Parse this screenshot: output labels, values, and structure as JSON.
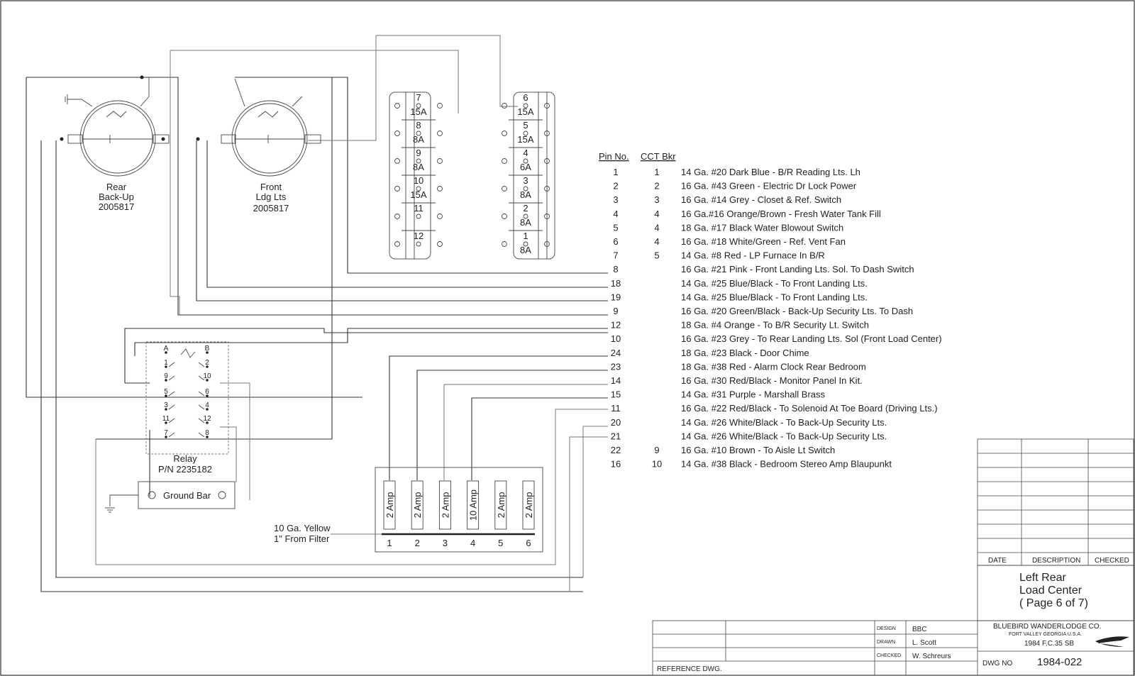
{
  "lamps": {
    "rear": {
      "line1": "Rear",
      "line2": "Back-Up",
      "line3": "2005817"
    },
    "front": {
      "line1": "Front",
      "line2": "Ldg Lts",
      "line3": "2005817"
    }
  },
  "fuse_panel_left": [
    {
      "num": "7",
      "rating": "15A"
    },
    {
      "num": "8",
      "rating": "8A"
    },
    {
      "num": "9",
      "rating": "8A"
    },
    {
      "num": "10",
      "rating": "15A"
    },
    {
      "num": "11",
      "rating": ""
    },
    {
      "num": "12",
      "rating": ""
    }
  ],
  "fuse_panel_right": [
    {
      "num": "6",
      "rating": "15A"
    },
    {
      "num": "5",
      "rating": "15A"
    },
    {
      "num": "4",
      "rating": "6A"
    },
    {
      "num": "3",
      "rating": "8A"
    },
    {
      "num": "2",
      "rating": "8A"
    },
    {
      "num": "1",
      "rating": "8A"
    }
  ],
  "relay": {
    "terminals": [
      "A",
      "B",
      "1",
      "2",
      "9",
      "10",
      "5",
      "6",
      "3",
      "4",
      "11",
      "12",
      "7",
      "8"
    ],
    "label": "Relay",
    "part_number": "P/N 2235182"
  },
  "ground_bar": {
    "label": "Ground Bar"
  },
  "fuse_block": {
    "fuses": [
      {
        "rating": "2 Amp",
        "position": "1"
      },
      {
        "rating": "2 Amp",
        "position": "2"
      },
      {
        "rating": "2 Amp",
        "position": "3"
      },
      {
        "rating": "10 Amp",
        "position": "4"
      },
      {
        "rating": "2 Amp",
        "position": "5"
      },
      {
        "rating": "2 Amp",
        "position": "6"
      }
    ],
    "feed_line1": "10 Ga. Yellow",
    "feed_line2": "1\" From Filter"
  },
  "wire_table": {
    "headers": {
      "pin": "Pin No.",
      "cct": "CCT Bkr"
    },
    "rows": [
      {
        "pin": "1",
        "cct": "1",
        "desc": "14 Ga. #20 Dark Blue - B/R Reading Lts. Lh"
      },
      {
        "pin": "2",
        "cct": "2",
        "desc": "16 Ga. #43 Green - Electric Dr Lock Power"
      },
      {
        "pin": "3",
        "cct": "3",
        "desc": "16 Ga. #14 Grey - Closet & Ref. Switch"
      },
      {
        "pin": "4",
        "cct": "4",
        "desc": "16 Ga.#16 Orange/Brown - Fresh Water Tank Fill"
      },
      {
        "pin": "5",
        "cct": "4",
        "desc": "18 Ga. #17 Black Water Blowout Switch"
      },
      {
        "pin": "6",
        "cct": "4",
        "desc": "16 Ga. #18 White/Green - Ref. Vent Fan"
      },
      {
        "pin": "7",
        "cct": "5",
        "desc": "14 Ga. #8 Red - LP Furnace In B/R"
      },
      {
        "pin": "8",
        "cct": "",
        "desc": "16 Ga. #21 Pink - Front Landing Lts. Sol. To Dash Switch"
      },
      {
        "pin": "18",
        "cct": "",
        "desc": "14 Ga. #25 Blue/Black - To Front Landing Lts."
      },
      {
        "pin": "19",
        "cct": "",
        "desc": "14 Ga. #25 Blue/Black - To Front Landing Lts."
      },
      {
        "pin": "9",
        "cct": "",
        "desc": "16 Ga. #20 Green/Black - Back-Up Security Lts. To Dash"
      },
      {
        "pin": "12",
        "cct": "",
        "desc": "18 Ga. #4 Orange - To B/R Security Lt. Switch"
      },
      {
        "pin": "10",
        "cct": "",
        "desc": "16 Ga. #23 Grey - To Rear Landing Lts. Sol (Front Load Center)"
      },
      {
        "pin": "24",
        "cct": "",
        "desc": "18 Ga. #23 Black - Door Chime"
      },
      {
        "pin": "23",
        "cct": "",
        "desc": "18 Ga. #38 Red - Alarm Clock Rear Bedroom"
      },
      {
        "pin": "14",
        "cct": "",
        "desc": "16 Ga. #30 Red/Black - Monitor Panel In Kit."
      },
      {
        "pin": "15",
        "cct": "",
        "desc": "14 Ga. #31 Purple - Marshall Brass"
      },
      {
        "pin": "11",
        "cct": "",
        "desc": "16 Ga. #22 Red/Black - To Solenoid At Toe Board (Driving Lts.)"
      },
      {
        "pin": "20",
        "cct": "",
        "desc": "14 Ga. #26 White/Black - To Back-Up Security Lts."
      },
      {
        "pin": "21",
        "cct": "",
        "desc": "14 Ga. #26 White/Black - To Back-Up Security Lts."
      },
      {
        "pin": "22",
        "cct": "9",
        "desc": "16 Ga. #10 Brown - To Aisle Lt Switch"
      },
      {
        "pin": "16",
        "cct": "10",
        "desc": "14 Ga. #38 Black - Bedroom Stereo Amp Blaupunkt"
      }
    ]
  },
  "revision_block": {
    "date": "DATE",
    "description": "DESCRIPTION",
    "checked": "CHECKED"
  },
  "title_block": {
    "title_line1": "Left Rear",
    "title_line2": "Load Center",
    "title_line3": "( Page 6 of 7)",
    "company": "BLUEBIRD WANDERLODGE CO.",
    "location": "FORT VALLEY GEORGIA U.S.A.",
    "model": "1984 F.C.35 SB",
    "design_label": "DESIGN",
    "design_value": "BBC",
    "drawn_label": "DRAWN",
    "drawn_value": "L. Scott",
    "checked_label": "CHECKED",
    "checked_value": "W. Schreurs",
    "reference_label": "REFERENCE DWG.",
    "dwg_label": "DWG NO",
    "dwg_value": "1984-022"
  }
}
